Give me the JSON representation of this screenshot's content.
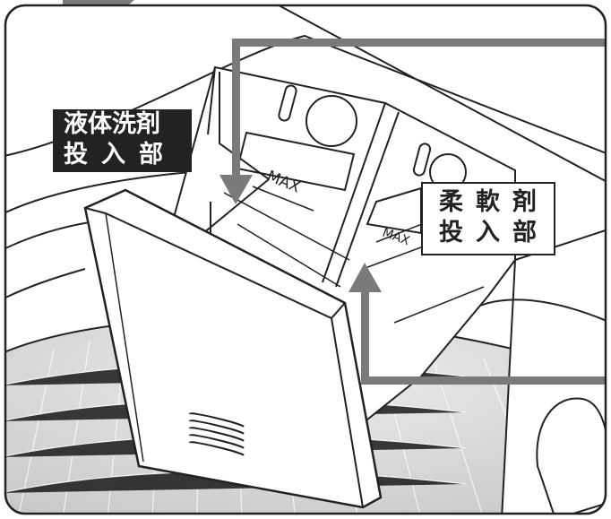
{
  "labels": {
    "liquid_detergent": {
      "line1": "液体洗剤",
      "line2": "投入部"
    },
    "softener": {
      "line1": "柔軟剤",
      "line2": "投入部"
    }
  },
  "tray_marks": {
    "max_left": "MAX",
    "max_right": "MAX"
  },
  "colors": {
    "outline": "#222222",
    "arrow": "#7a7a7a",
    "tub": "#d4d4d4",
    "tag_dark": "#222222",
    "background": "#ffffff"
  }
}
